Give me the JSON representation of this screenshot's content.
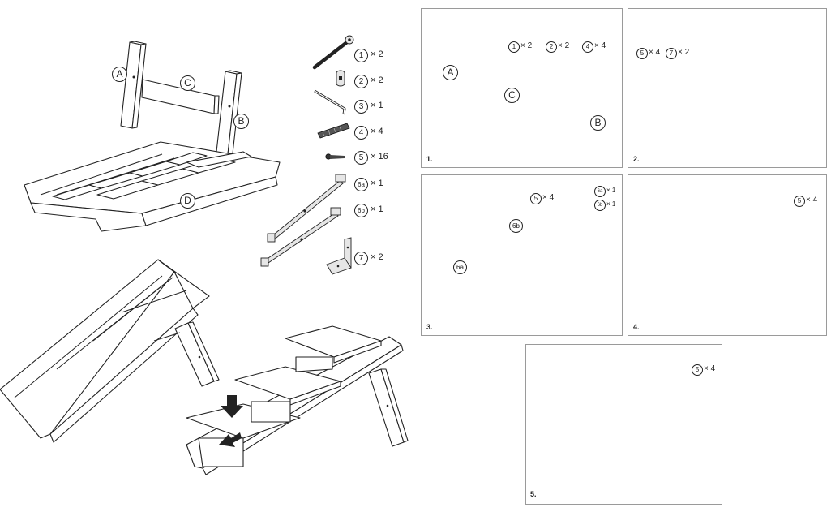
{
  "parts": {
    "labels": {
      "a": "A",
      "b": "B",
      "c": "C",
      "d": "D"
    },
    "list": [
      {
        "id": "1",
        "qty": "× 2",
        "icon": "bolt-icon"
      },
      {
        "id": "2",
        "qty": "× 2",
        "icon": "barrel-nut-icon"
      },
      {
        "id": "3",
        "qty": "× 1",
        "icon": "hex-key-icon"
      },
      {
        "id": "4",
        "qty": "× 4",
        "icon": "wooden-dowel-icon"
      },
      {
        "id": "5",
        "qty": "× 16",
        "icon": "screw-icon"
      },
      {
        "id": "6a",
        "qty": "× 1",
        "icon": "hinge-bar-icon"
      },
      {
        "id": "6b",
        "qty": "× 1",
        "icon": "hinge-bar-icon"
      },
      {
        "id": "7",
        "qty": "× 2",
        "icon": "l-bracket-icon"
      }
    ]
  },
  "steps": [
    {
      "number": "1.",
      "labels": {
        "a": "A",
        "b": "B",
        "c": "C"
      },
      "parts": [
        {
          "id": "1",
          "qty": "× 2"
        },
        {
          "id": "2",
          "qty": "× 2"
        },
        {
          "id": "4",
          "qty": "× 4"
        }
      ]
    },
    {
      "number": "2.",
      "parts": [
        {
          "id": "5",
          "qty": "× 4"
        },
        {
          "id": "7",
          "qty": "× 2"
        }
      ]
    },
    {
      "number": "3.",
      "parts": [
        {
          "id": "5",
          "qty": "× 4"
        },
        {
          "id": "6a",
          "qty": "× 1"
        },
        {
          "id": "6b",
          "qty": "× 1"
        }
      ],
      "labels": {
        "six_a": "6a",
        "six_b": "6b"
      }
    },
    {
      "number": "4.",
      "parts": [
        {
          "id": "5",
          "qty": "× 4"
        }
      ]
    },
    {
      "number": "5.",
      "parts": [
        {
          "id": "5",
          "qty": "× 4"
        }
      ]
    }
  ]
}
